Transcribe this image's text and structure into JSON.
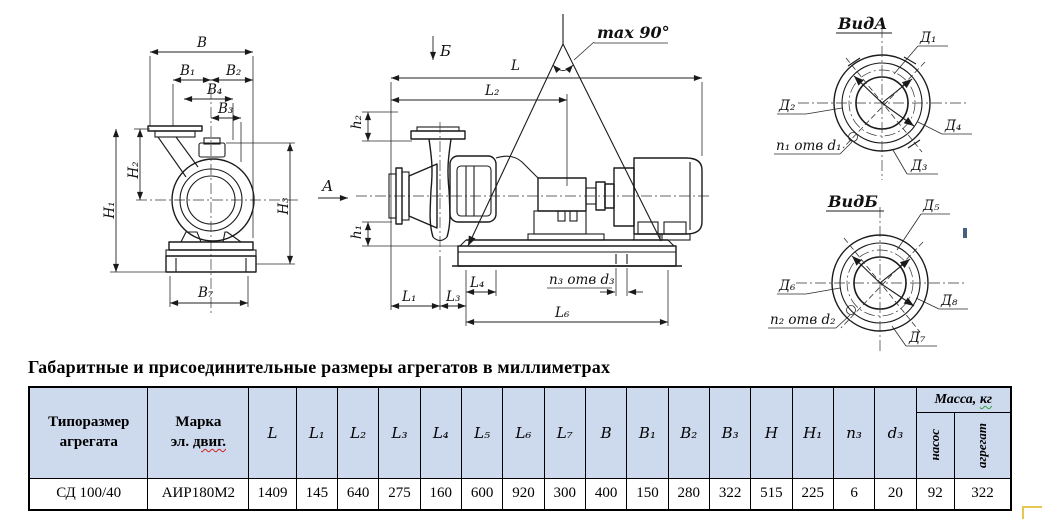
{
  "colors": {
    "table_header_bg": "#cdd9ed",
    "spell_underline": "#cc2222",
    "grammar_underline": "#2e9e3e",
    "text_cursor": "#46607f",
    "selection_corner": "#e7c654"
  },
  "drawing": {
    "left_view": {
      "B": "B",
      "B1": "B₁",
      "B2": "B₂",
      "B4": "B₄",
      "B3": "B₃",
      "H2": "H₂",
      "H1": "H₁",
      "H3": "H₃",
      "B7": "B₇",
      "view_arrow": "А"
    },
    "center_view": {
      "view_arrow": "Б",
      "angle_note": "max 90°",
      "L": "L",
      "L2": "L₂",
      "h2": "h₂",
      "h1": "h₁",
      "L1": "L₁",
      "L3": "L₃",
      "L4": "L₄",
      "L6": "L₆",
      "holes": "n₃ отв d₃"
    },
    "view_a": {
      "title": "ВидА",
      "D1": "Д₁",
      "D2": "Д₂",
      "D4": "Д₄",
      "D3": "Д₃",
      "holes": "n₁ отв d₁"
    },
    "view_b": {
      "title": "ВидБ",
      "D5": "Д₅",
      "D6": "Д₆",
      "D8": "Д₈",
      "D7": "Д₇",
      "holes": "n₂ отв d₂"
    }
  },
  "section_title": "Габаритные и присоединительные размеры агрегатов в миллиметрах",
  "table": {
    "header_type": "Типоразмер агрегата",
    "header_motor_line1": "Марка",
    "header_motor_line2_pre": "эл. ",
    "header_motor_line2_marked": "двиг.",
    "symbols": [
      "L",
      "L₁",
      "L₂",
      "L₃",
      "L₄",
      "L₅",
      "L₆",
      "L₇",
      "B",
      "B₁",
      "B₂",
      "B₃",
      "H",
      "H₁",
      "n₃",
      "d₃"
    ],
    "mass_header_pre": "Масса, ",
    "mass_header_marked": "кг",
    "mass_pump": "насос",
    "mass_unit": "агрегат",
    "row": [
      "СД 100/40",
      "АИР180М2",
      "1409",
      "145",
      "640",
      "275",
      "160",
      "600",
      "920",
      "300",
      "400",
      "150",
      "280",
      "322",
      "515",
      "225",
      "6",
      "20",
      "92",
      "322"
    ]
  }
}
